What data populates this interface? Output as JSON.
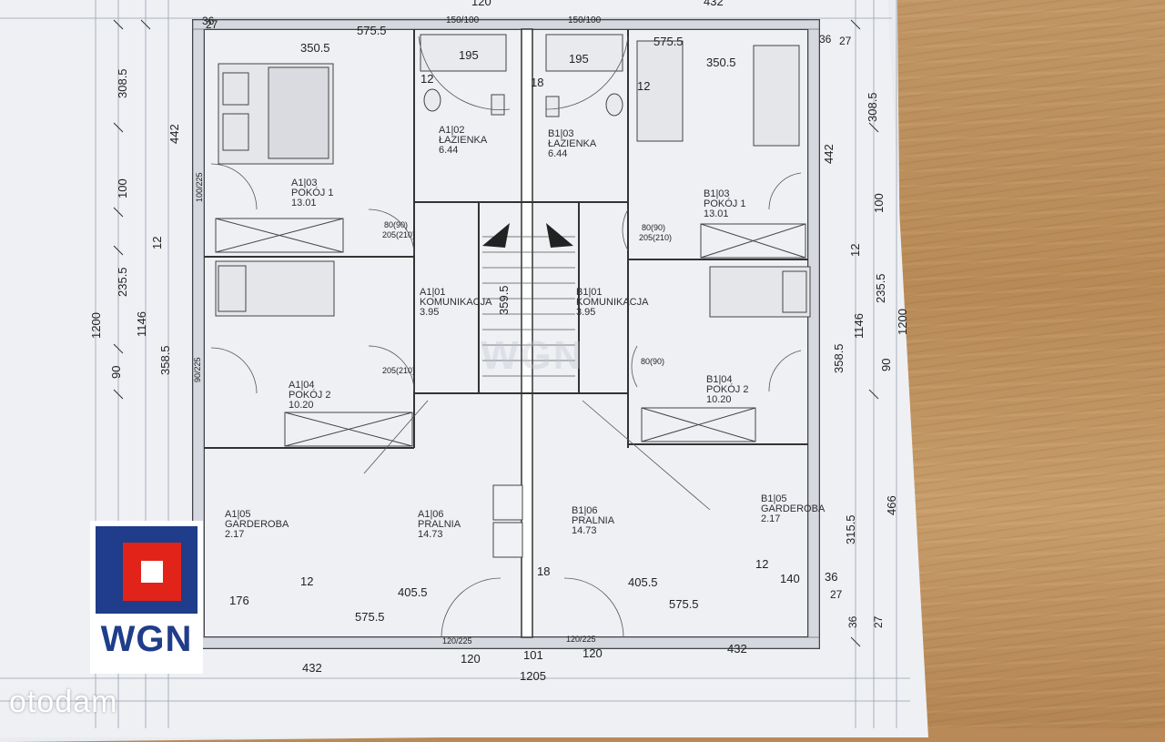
{
  "watermark": "WGN",
  "logo": {
    "text": "WGN",
    "colors": {
      "blue": "#1f3d8a",
      "red": "#e2231a"
    }
  },
  "site": {
    "name": "otodam"
  },
  "rooms": [
    {
      "code": "A1|03",
      "name": "POKÓJ 1",
      "area": "13.01"
    },
    {
      "code": "A1|02",
      "name": "ŁAZIENKA",
      "area": "6.44"
    },
    {
      "code": "B1|03",
      "name": "ŁAZIENKA",
      "area": "6.44"
    },
    {
      "code": "B1|03",
      "name": "POKÓJ 1",
      "area": "13.01"
    },
    {
      "code": "A1|01",
      "name": "KOMUNIKACJA",
      "area": "3.95"
    },
    {
      "code": "B1|01",
      "name": "KOMUNIKACJA",
      "area": "3.95"
    },
    {
      "code": "A1|04",
      "name": "POKÓJ 2",
      "area": "10.20"
    },
    {
      "code": "B1|04",
      "name": "POKÓJ 2",
      "area": "10.20"
    },
    {
      "code": "A1|05",
      "name": "GARDEROBA",
      "area": "2.17"
    },
    {
      "code": "A1|06",
      "name": "PRALNIA",
      "area": "14.73"
    },
    {
      "code": "B1|06",
      "name": "PRALNIA",
      "area": "14.73"
    },
    {
      "code": "B1|05",
      "name": "GARDEROBA",
      "area": "2.17"
    }
  ],
  "dimensions": {
    "top": [
      "36",
      "120",
      "432",
      "27",
      "575.5",
      "150/100",
      "150/100",
      "575.5",
      "36",
      "27"
    ],
    "top_inner": [
      "350.5",
      "195",
      "195",
      "350.5",
      "12",
      "18",
      "12"
    ],
    "left": [
      "308.5",
      "442",
      "100",
      "12",
      "235.5",
      "1146",
      "1200",
      "358.5",
      "90"
    ],
    "right": [
      "308.5",
      "442",
      "100",
      "12",
      "235.5",
      "1146",
      "1200",
      "358.5",
      "90",
      "466",
      "315.5"
    ],
    "bottom": [
      "176",
      "12",
      "405.5",
      "575.5",
      "18",
      "405.5",
      "575.5",
      "12",
      "140",
      "36",
      "27",
      "36",
      "27"
    ],
    "bottom_outer": [
      "432",
      "120",
      "101",
      "120",
      "432",
      "1205"
    ],
    "door_small": [
      "80(90)",
      "205(210)",
      "205(210)",
      "80(90)",
      "205(210)",
      "80(90)",
      "120/225",
      "120/225",
      "100/225",
      "90/225"
    ],
    "stairs": "359.5"
  }
}
